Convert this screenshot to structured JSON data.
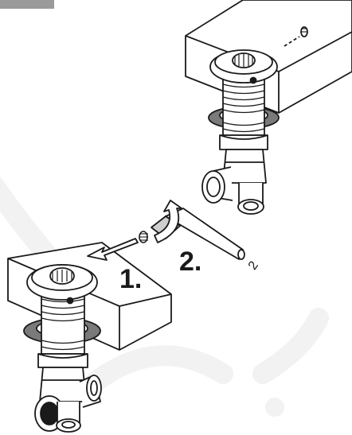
{
  "steps": [
    {
      "number_label": "1."
    },
    {
      "number_label": "2."
    }
  ],
  "tool_size_label": "2",
  "colors": {
    "line": "#1a1a1a",
    "washer": "#7a7a7a",
    "corner_tab": "#9a9a9a",
    "watermark": "#f2f2f2",
    "hex_key_fill": "#cfcfcf"
  }
}
